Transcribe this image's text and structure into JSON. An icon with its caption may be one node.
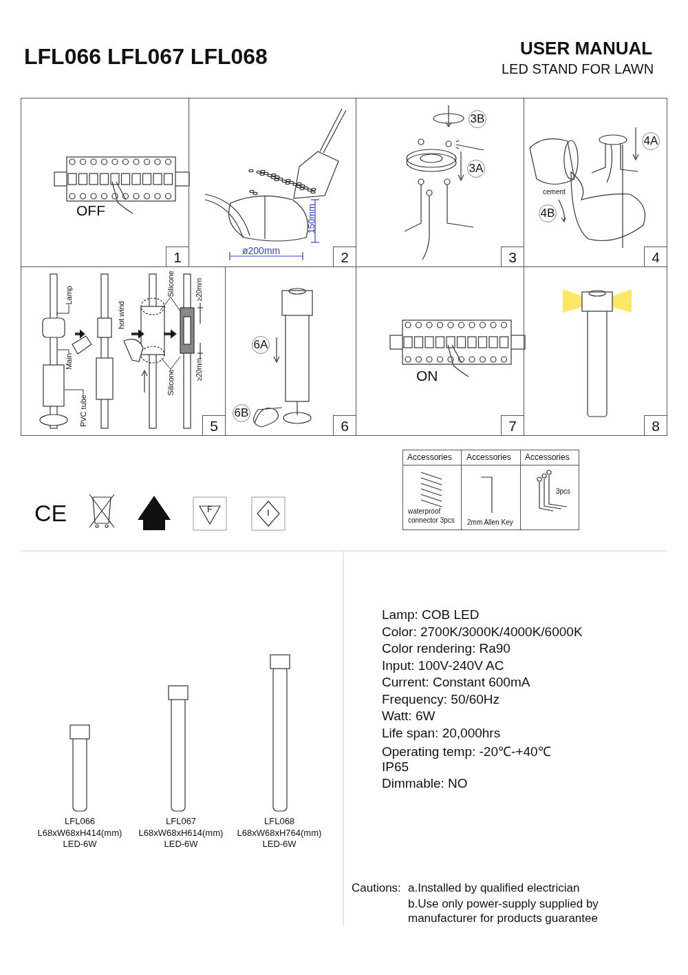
{
  "diagram": {
    "title": "LFL066 LFL067 LFL068",
    "nodes": [
      {
        "text": [
          "1"
        ]
      },
      {
        "text": [
          "2"
        ]
      },
      {
        "text": [
          "3"
        ]
      },
      {
        "text": [
          "3B"
        ],
        "in": 2
      },
      {
        "text": [
          "3A"
        ],
        "in": 2
      },
      {
        "text": [
          "4"
        ]
      },
      {
        "text": [
          "4A"
        ],
        "in": 5
      },
      {
        "text": [
          "4B"
        ],
        "in": 5
      },
      {
        "text": [
          "5"
        ]
      },
      {
        "text": [
          "Lamp"
        ],
        "in": 8
      },
      {
        "text": [
          "Main"
        ],
        "in": 8
      },
      {
        "text": [
          "PVC tube"
        ],
        "in": 8
      },
      {
        "text": [
          "Silicone"
        ],
        "in": 8
      },
      {
        "text": [
          "Silicone"
        ],
        "in": 8
      },
      {
        "text": [
          "6"
        ]
      },
      {
        "text": [
          "6A"
        ],
        "in": 14
      },
      {
        "text": [
          "6B"
        ],
        "in": 14
      },
      {
        "text": [
          "7"
        ]
      },
      {
        "text": [
          "8"
        ]
      }
    ],
    "edges": [
      {
        "from": 9,
        "to": null,
        "arrow": "none"
      },
      {
        "from": 10,
        "to": null,
        "arrow": "none"
      },
      {
        "from": 11,
        "to": null,
        "arrow": "none"
      },
      {
        "from": 12,
        "to": null,
        "arrow": "none"
      },
      {
        "from": 12,
        "to": null,
        "arrow": "none"
      },
      {
        "from": 13,
        "to": null,
        "arrow": "none"
      },
      {
        "from": 13,
        "to": null,
        "arrow": "none"
      }
    ],
    "labels": [
      "USER MANUAL",
      "LED STAND FOR LAWN",
      "OFF",
      "150mm",
      "ø200mm",
      "cement",
      "hot wind",
      "≥20mm",
      "≥20mm",
      "ON",
      "Accessories",
      "Accessories",
      "Accessories",
      "waterproof connector 3pcs",
      "2mm Allen Key",
      "3pcs",
      "CE",
      "F",
      "I",
      "LFL066",
      "L68xW68xH414(mm)",
      "LED-6W",
      "LFL067",
      "L68xW68xH614(mm)",
      "LED-6W",
      "LFL068",
      "L68xW68xH764(mm)",
      "LED-6W",
      "Lamp: COB LED",
      "Color: 2700K/3000K/4000K/6000K",
      "Color rendering: Ra90",
      "Input: 100V-240V AC",
      "Current: Constant 600mA",
      "Frequency: 50/60Hz",
      "Watt: 6W",
      "Life span: 20,000hrs",
      "Operating temp: -20℃-+40℃",
      "IP65",
      "Dimmable: NO",
      "Cautions:",
      "a.Installed by qualified electrician",
      "b.Use only power-supply supplied by manufacturer for products guarantee"
    ]
  }
}
